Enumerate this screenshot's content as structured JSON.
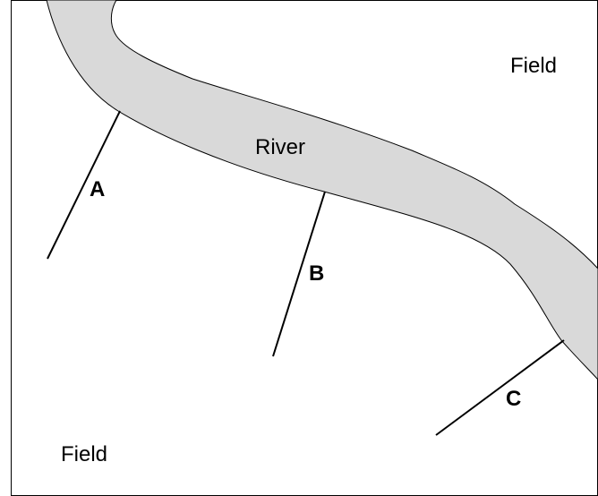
{
  "regions": {
    "field_top": "Field",
    "field_bottom": "Field",
    "river": "River"
  },
  "lines": [
    {
      "label": "A"
    },
    {
      "label": "B"
    },
    {
      "label": "C"
    }
  ],
  "colors": {
    "river_fill": "#d9d9d9",
    "stroke": "#000000",
    "background": "#ffffff"
  }
}
